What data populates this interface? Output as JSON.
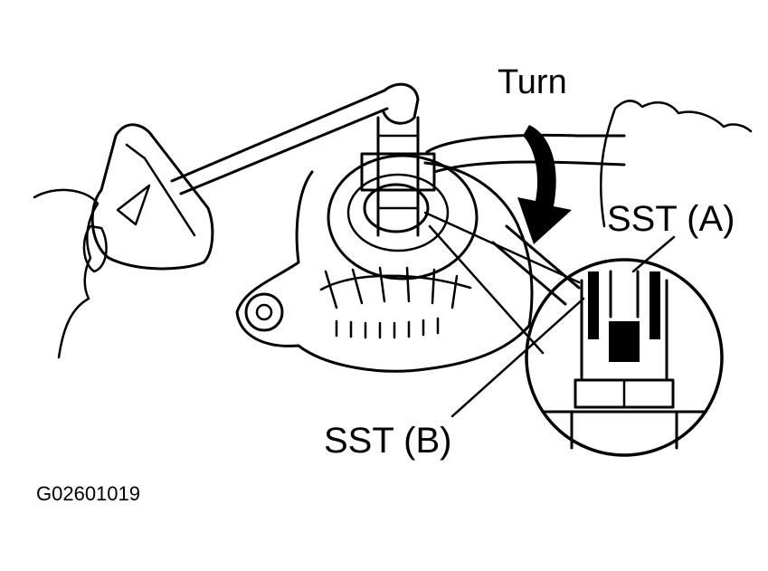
{
  "labels": {
    "turn": "Turn",
    "sst_a": "SST (A)",
    "sst_b": "SST (B)",
    "figure_code": "G02601019"
  },
  "colors": {
    "ink": "#000000",
    "paper": "#ffffff"
  }
}
